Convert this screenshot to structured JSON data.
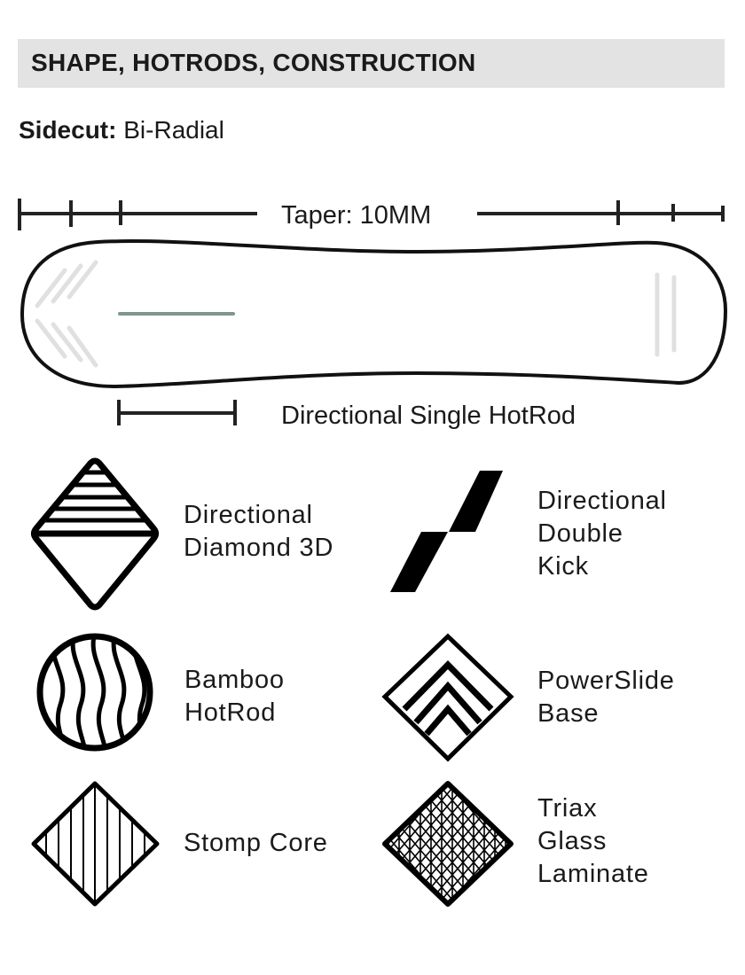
{
  "header": {
    "title": "SHAPE, HOTRODS, CONSTRUCTION"
  },
  "sidecut": {
    "label": "Sidecut:",
    "value": "Bi-Radial"
  },
  "taper": {
    "label": "Taper: 10MM"
  },
  "hotrod": {
    "label": "Directional Single HotRod"
  },
  "colors": {
    "header_bg": "#e2e3e2",
    "hotrod": "#7f958d",
    "ghost": "#e0e0e0"
  },
  "features": [
    {
      "icon": "directional-diamond-3d-icon",
      "lines": [
        "Directional",
        "Diamond 3D"
      ]
    },
    {
      "icon": "directional-double-kick-icon",
      "lines": [
        "Directional",
        "Double",
        "Kick"
      ]
    },
    {
      "icon": "bamboo-hotrod-icon",
      "lines": [
        "Bamboo",
        "HotRod"
      ]
    },
    {
      "icon": "powerslide-base-icon",
      "lines": [
        "PowerSlide",
        "Base"
      ]
    },
    {
      "icon": "stomp-core-icon",
      "lines": [
        "Stomp Core"
      ]
    },
    {
      "icon": "triax-glass-laminate-icon",
      "lines": [
        "Triax",
        "Glass",
        "Laminate"
      ]
    }
  ]
}
